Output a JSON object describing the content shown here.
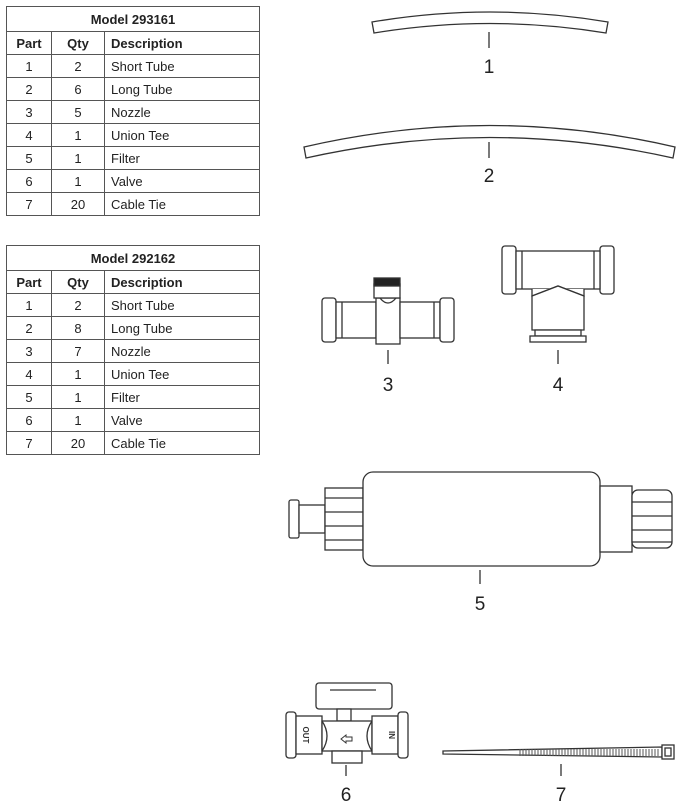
{
  "tables": [
    {
      "model": "Model 293161",
      "headers": [
        "Part",
        "Qty",
        "Description"
      ],
      "rows": [
        [
          "1",
          "2",
          "Short Tube"
        ],
        [
          "2",
          "6",
          "Long Tube"
        ],
        [
          "3",
          "5",
          "Nozzle"
        ],
        [
          "4",
          "1",
          "Union Tee"
        ],
        [
          "5",
          "1",
          "Filter"
        ],
        [
          "6",
          "1",
          "Valve"
        ],
        [
          "7",
          "20",
          "Cable Tie"
        ]
      ]
    },
    {
      "model": "Model 292162",
      "headers": [
        "Part",
        "Qty",
        "Description"
      ],
      "rows": [
        [
          "1",
          "2",
          "Short Tube"
        ],
        [
          "2",
          "8",
          "Long Tube"
        ],
        [
          "3",
          "7",
          "Nozzle"
        ],
        [
          "4",
          "1",
          "Union Tee"
        ],
        [
          "5",
          "1",
          "Filter"
        ],
        [
          "6",
          "1",
          "Valve"
        ],
        [
          "7",
          "20",
          "Cable Tie"
        ]
      ]
    }
  ],
  "callouts": {
    "p1": "1",
    "p2": "2",
    "p3": "3",
    "p4": "4",
    "p5": "5",
    "p6": "6",
    "p7": "7"
  },
  "valve_marks": {
    "out": "OUT",
    "in": "IN"
  }
}
